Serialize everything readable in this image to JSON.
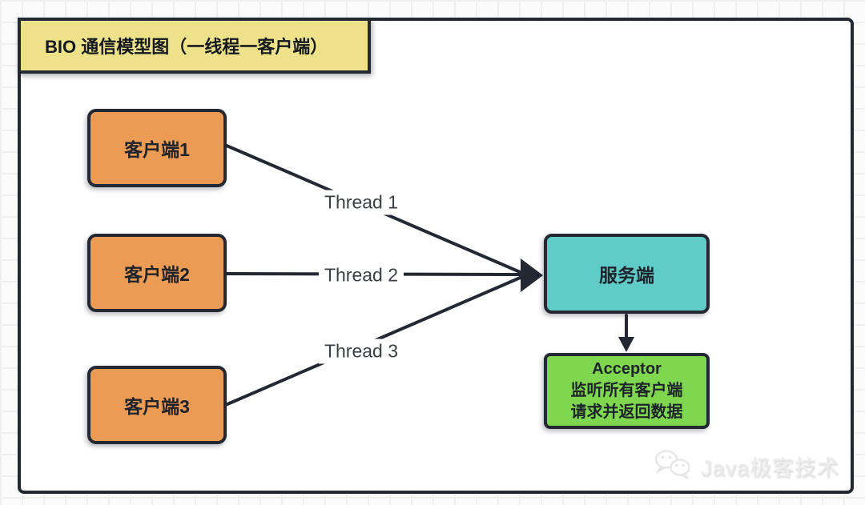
{
  "title": {
    "text": "BIO 通信模型图（一线程一客户端）"
  },
  "diagram": {
    "clients": [
      {
        "label": "客户端1"
      },
      {
        "label": "客户端2"
      },
      {
        "label": "客户端3"
      }
    ],
    "threads": [
      {
        "label": "Thread 1"
      },
      {
        "label": "Thread 2"
      },
      {
        "label": "Thread 3"
      }
    ],
    "server": {
      "label": "服务端"
    },
    "acceptor": {
      "heading": "Acceptor",
      "line1": "监听所有客户端",
      "line2": "请求并返回数据"
    }
  },
  "watermark": {
    "text": "Java极客技术",
    "icon": "wechat-chat-bubbles"
  },
  "colors": {
    "title_bg": "#ede28a",
    "client_bg": "#ec9b55",
    "server_bg": "#5fccc8",
    "acceptor_bg": "#7ed74e",
    "stroke_dark": "#232833",
    "text_dark": "#1d222b",
    "thread_text": "#3a3f46",
    "grid_line": "#efefef",
    "page_bg": "#fbfbfb",
    "panel_bg": "#ffffff",
    "watermark_color": "#ededed"
  }
}
